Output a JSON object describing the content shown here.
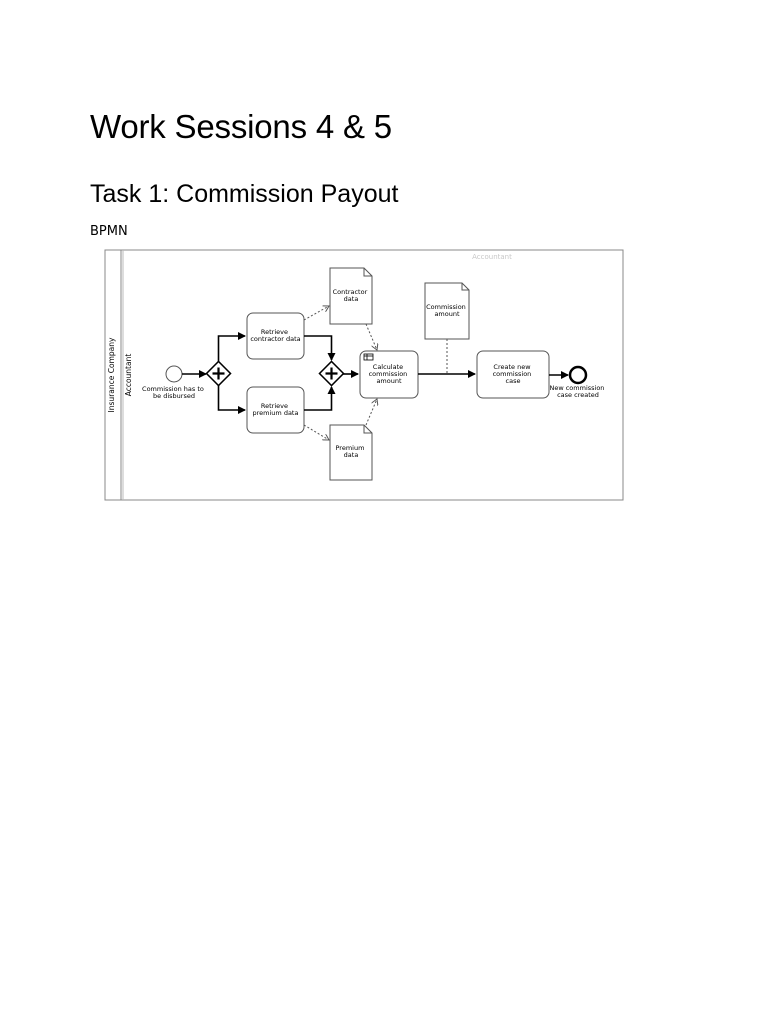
{
  "doc": {
    "title": "Work Sessions 4 & 5",
    "section": "Task 1: Commission Payout",
    "label": "BPMN"
  },
  "diagram": {
    "pool_name": "Insurance Company",
    "lane_name": "Accountant",
    "watermark": "Accountant",
    "start_event": [
      "Commission has to",
      "be disbursed"
    ],
    "task_retrieve_contractor": [
      "Retrieve",
      "contractor data"
    ],
    "task_retrieve_premium": [
      "Retrieve",
      "premium data"
    ],
    "task_calculate": [
      "Calculate",
      "commission",
      "amount"
    ],
    "task_create_case": [
      "Create new",
      "commission",
      "case"
    ],
    "data_contractor": [
      "Contractor",
      "data"
    ],
    "data_premium": [
      "Premium",
      "data"
    ],
    "data_commission": [
      "Commission",
      "amount"
    ],
    "end_event": [
      "New commission",
      "case created"
    ]
  }
}
